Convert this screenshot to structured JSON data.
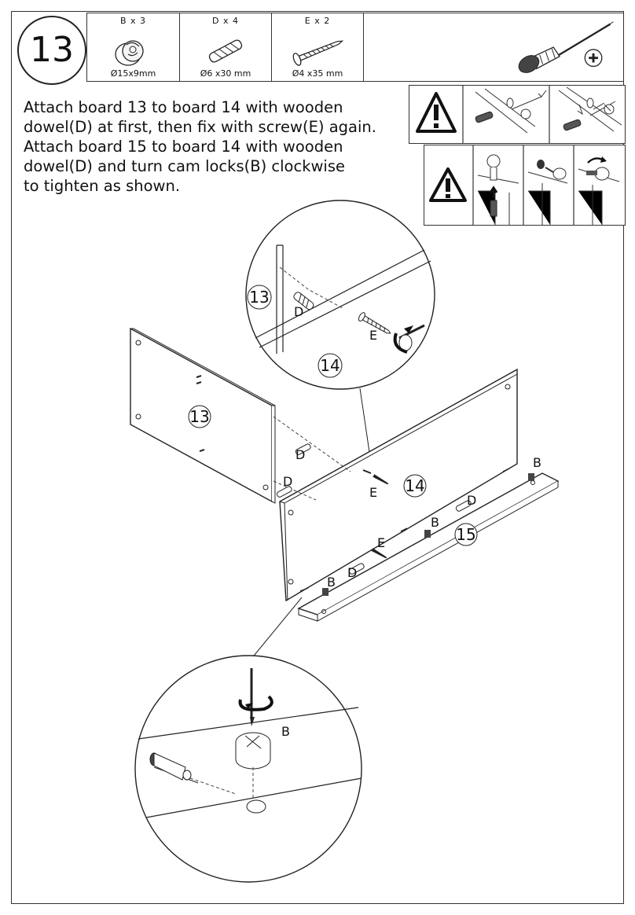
{
  "step": {
    "number": "13"
  },
  "parts": [
    {
      "code": "B x 3",
      "size": "Ø15x9mm",
      "icon": "cam-lock-icon"
    },
    {
      "code": "D x 4",
      "size": "Ø6 x30 mm",
      "icon": "wooden-dowel-icon"
    },
    {
      "code": "E x 2",
      "size": "Ø4 x35 mm",
      "icon": "screw-icon"
    }
  ],
  "tool": {
    "icon": "phillips-screwdriver-icon"
  },
  "instructions": [
    "Attach board 13 to board 14 with wooden",
    "dowel(D) at first, then fix with screw(E) again.",
    "Attach board 15 to board 14 with wooden",
    "dowel(D) and turn cam locks(B) clockwise",
    "to tighten as shown."
  ],
  "warnings": {
    "icon": "warning-triangle-icon"
  },
  "diagram": {
    "boards": {
      "b13": "13",
      "b14": "14",
      "b15": "15"
    },
    "part_labels": {
      "dowel": "D",
      "screw": "E",
      "cam": "B"
    }
  }
}
